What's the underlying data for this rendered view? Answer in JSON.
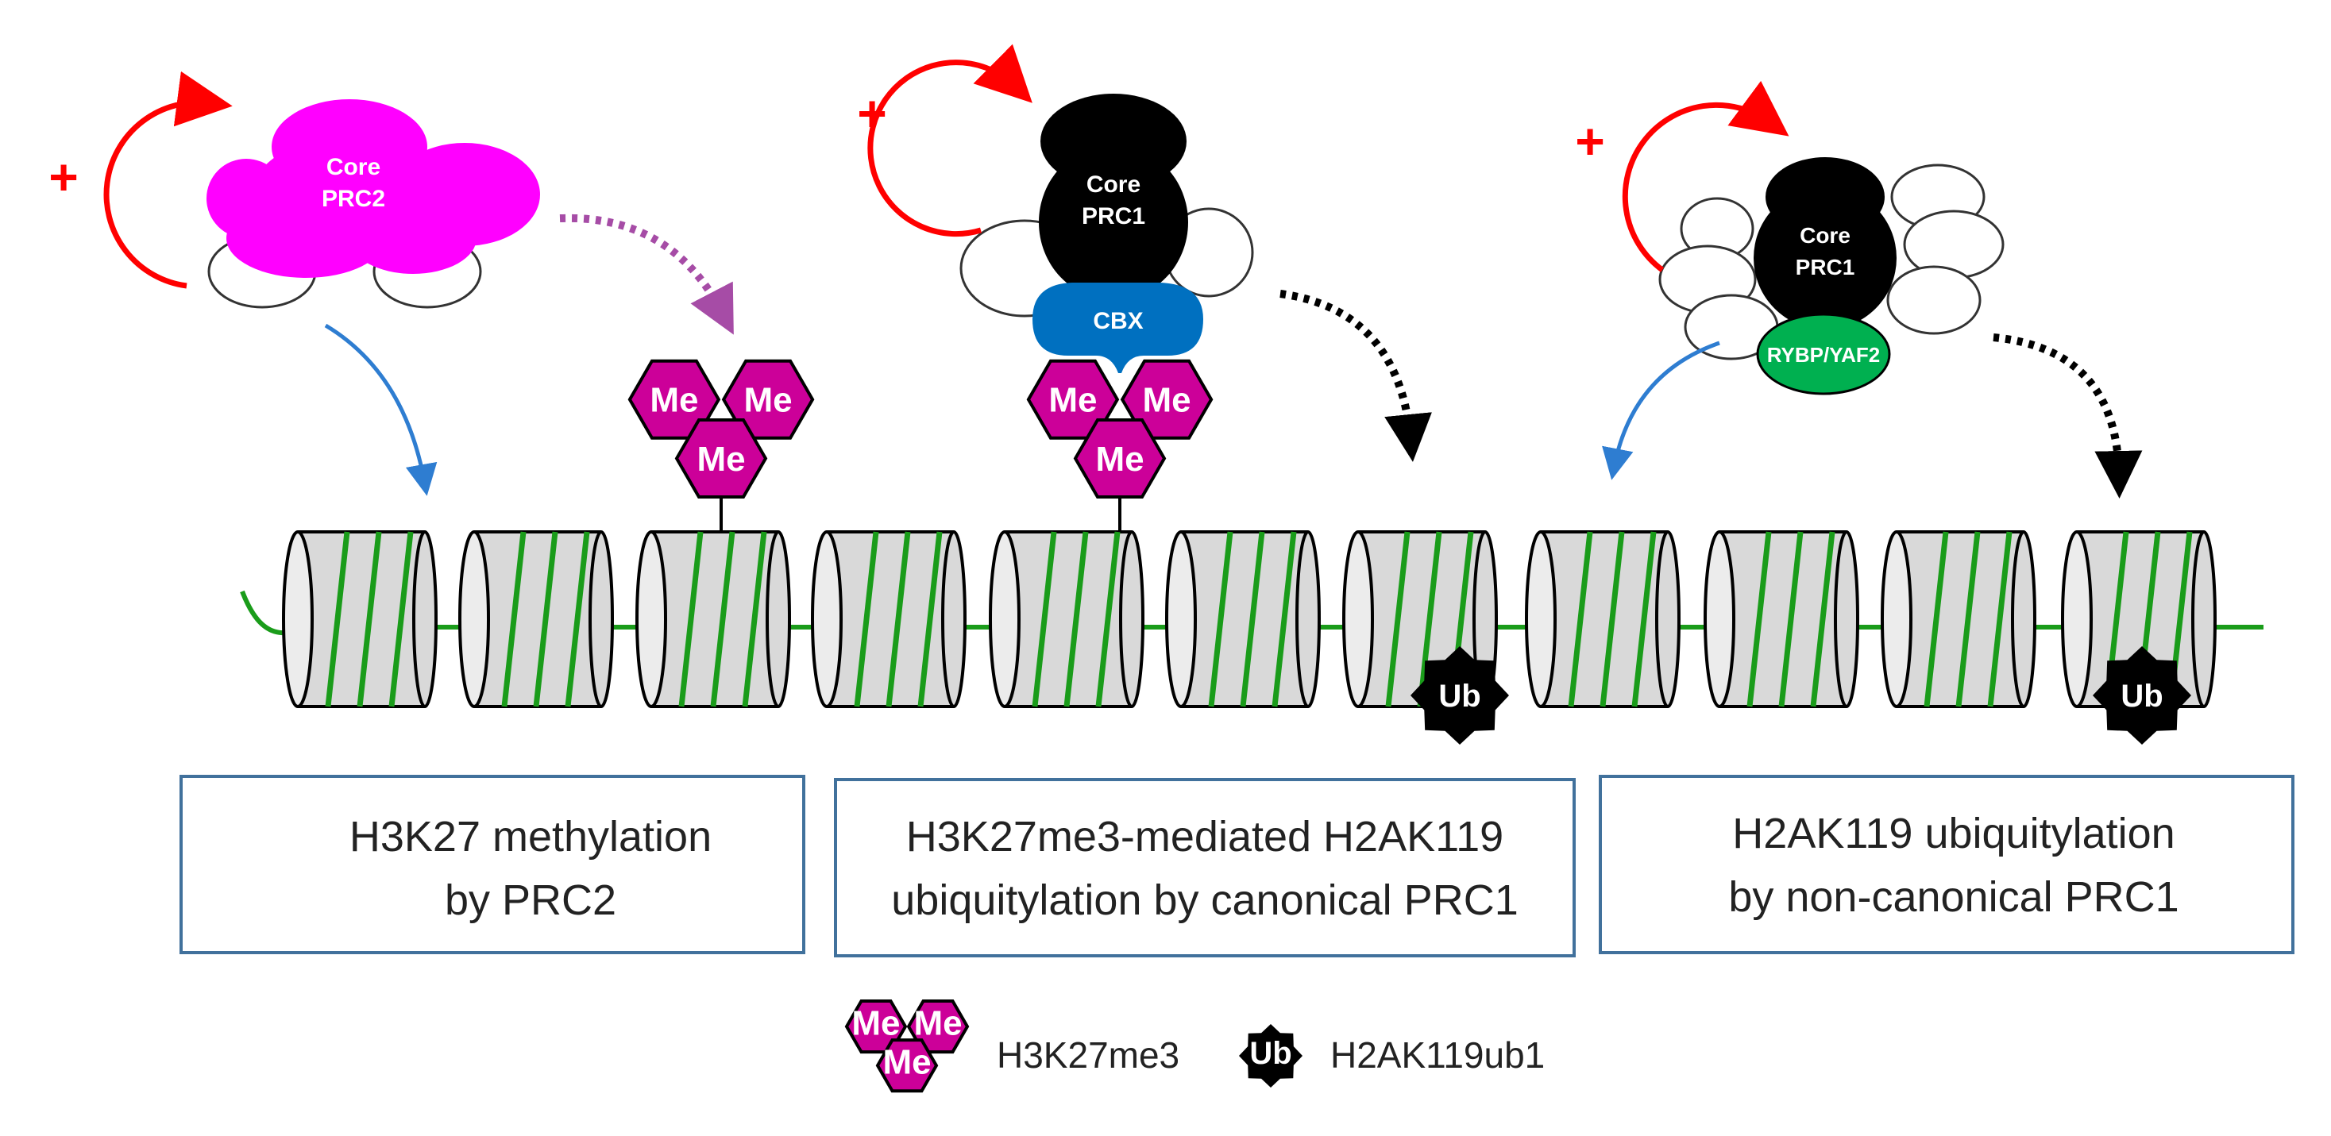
{
  "complexes": {
    "prc2": {
      "line1": "Core",
      "line2": "PRC2"
    },
    "canonical_prc1": {
      "line1": "Core",
      "line2": "PRC1",
      "reader": "CBX"
    },
    "noncanonical_prc1": {
      "line1": "Core",
      "line2": "PRC1",
      "subunit": "RYBP/YAF2"
    }
  },
  "marks": {
    "me": "Me",
    "ub": "Ub",
    "plus": "+"
  },
  "panels": [
    {
      "line1": "H3K27 methylation",
      "line2": "by PRC2"
    },
    {
      "line1": "H3K27me3-mediated H2AK119",
      "line2": "ubiquitylation by canonical PRC1"
    },
    {
      "line1": "H2AK119 ubiquitylation",
      "line2": "by non-canonical PRC1"
    }
  ],
  "legend": {
    "me3": "H3K27me3",
    "ub1": "H2AK119ub1"
  },
  "colors": {
    "prc2": "#ff00ff",
    "prc1": "#000000",
    "cbx": "#0070c0",
    "rybp": "#00b050",
    "methyl": "#cc0099",
    "dna": "#1a9c1a",
    "nucleosome": "#d9d9d9",
    "feedback_arrow": "#ff0000",
    "recruit_arrow": "#2e7dd1",
    "prc2_dotted": "#a64ca6",
    "box_border": "#41719c"
  }
}
